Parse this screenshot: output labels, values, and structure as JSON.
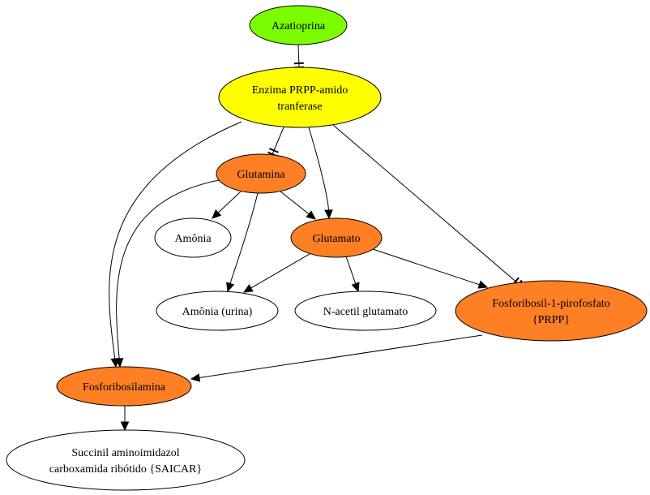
{
  "colors": {
    "green": "#7cfc00",
    "yellow": "#ffff00",
    "orange": "#ff7f24",
    "white": "#ffffff"
  },
  "nodes": {
    "azatioprina": {
      "lines": [
        "Azatioprina"
      ],
      "fill": "green"
    },
    "enzima": {
      "lines": [
        "Enzima PRPP-amido",
        "tranferase"
      ],
      "fill": "yellow"
    },
    "glutamina": {
      "lines": [
        "Glutamina"
      ],
      "fill": "orange"
    },
    "amonia": {
      "lines": [
        "Amônia"
      ],
      "fill": "white"
    },
    "glutamato": {
      "lines": [
        "Glutamato"
      ],
      "fill": "orange"
    },
    "amonia_urina": {
      "lines": [
        "Amônia (urina)"
      ],
      "fill": "white"
    },
    "n_acetil": {
      "lines": [
        "N-acetil glutamato"
      ],
      "fill": "white"
    },
    "prpp": {
      "lines": [
        "Fosforibosil-1-pirofosfato",
        "{PRPP}"
      ],
      "fill": "orange"
    },
    "fosforibosilamina": {
      "lines": [
        "Fosforibosilamina"
      ],
      "fill": "orange"
    },
    "saicar": {
      "lines": [
        "Succinil aminoimidazol",
        "carboxamida ribótido {SAICAR}"
      ],
      "fill": "white"
    }
  },
  "edges": [
    {
      "from": "azatioprina",
      "to": "enzima",
      "type": "inhibit"
    },
    {
      "from": "enzima",
      "to": "glutamina",
      "type": "inhibit"
    },
    {
      "from": "enzima",
      "to": "glutamato",
      "type": "arrow"
    },
    {
      "from": "enzima",
      "to": "prpp",
      "type": "inhibit"
    },
    {
      "from": "enzima",
      "to": "fosforibosilamina",
      "type": "arrow"
    },
    {
      "from": "glutamina",
      "to": "amonia",
      "type": "arrow"
    },
    {
      "from": "glutamina",
      "to": "glutamato",
      "type": "arrow"
    },
    {
      "from": "glutamina",
      "to": "amonia_urina",
      "type": "arrow"
    },
    {
      "from": "glutamina",
      "to": "fosforibosilamina",
      "type": "arrow"
    },
    {
      "from": "glutamato",
      "to": "amonia_urina",
      "type": "arrow"
    },
    {
      "from": "glutamato",
      "to": "n_acetil",
      "type": "arrow"
    },
    {
      "from": "glutamato",
      "to": "prpp",
      "type": "arrow"
    },
    {
      "from": "prpp",
      "to": "fosforibosilamina",
      "type": "arrow"
    },
    {
      "from": "fosforibosilamina",
      "to": "saicar",
      "type": "arrow"
    }
  ]
}
